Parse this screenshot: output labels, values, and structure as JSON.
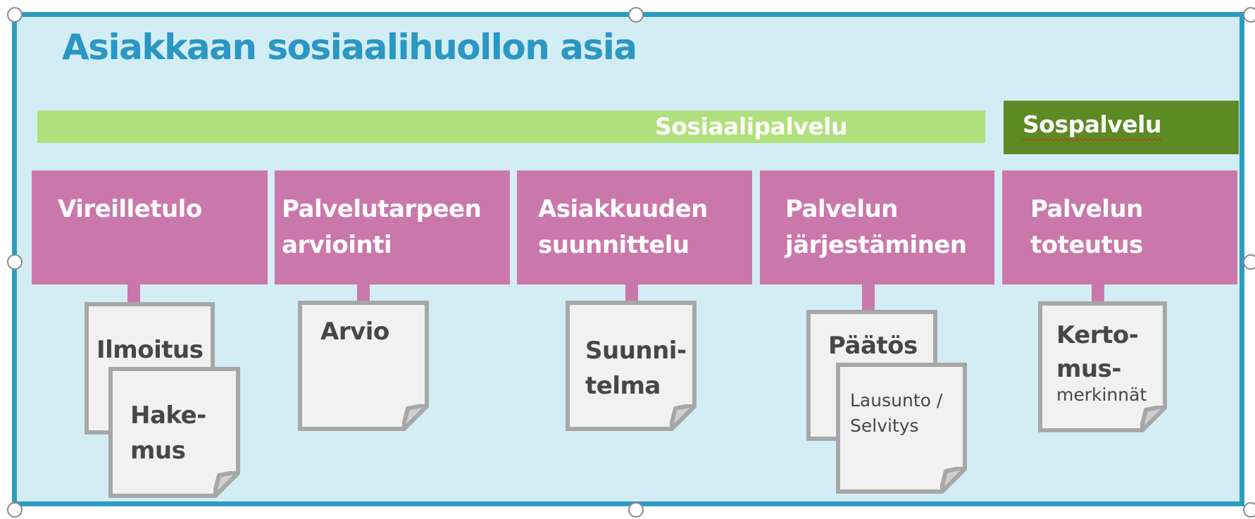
{
  "diagram": {
    "title": "Asiakkaan sosiaalihuollon asia",
    "bands": {
      "sosiaalipalvelu": "Sosiaalipalvelu",
      "sospalvelu": "Sospalvelu"
    },
    "phases": [
      {
        "line1": "Vireilletulo",
        "line2": ""
      },
      {
        "line1": "Palvelutarpeen",
        "line2": "arviointi"
      },
      {
        "line1": "Asiakkuuden",
        "line2": "suunnittelu"
      },
      {
        "line1": "Palvelun",
        "line2": "järjestäminen"
      },
      {
        "line1": "Palvelun",
        "line2": "toteutus"
      }
    ],
    "documents": {
      "ilmoitus": "Ilmoitus",
      "hakemus": [
        "Hake-",
        "mus"
      ],
      "arvio": "Arvio",
      "suunnitelma": [
        "Suunni-",
        "telma"
      ],
      "paatos": "Päätös",
      "lausunto": [
        "Lausunto /",
        "Selvitys"
      ],
      "kertomus": [
        "Kerto-",
        "mus-",
        "merkinnät"
      ]
    },
    "colors": {
      "frame_border": "#2e9cc1",
      "frame_fill": "#d3edf4",
      "title": "#2a97c4",
      "band_light_green": "#afe07b",
      "band_dark_green": "#5b8b22",
      "phase_pink": "#ca78ab",
      "doc_fill": "#f1f1f1",
      "doc_border": "#a7a7a7"
    }
  }
}
